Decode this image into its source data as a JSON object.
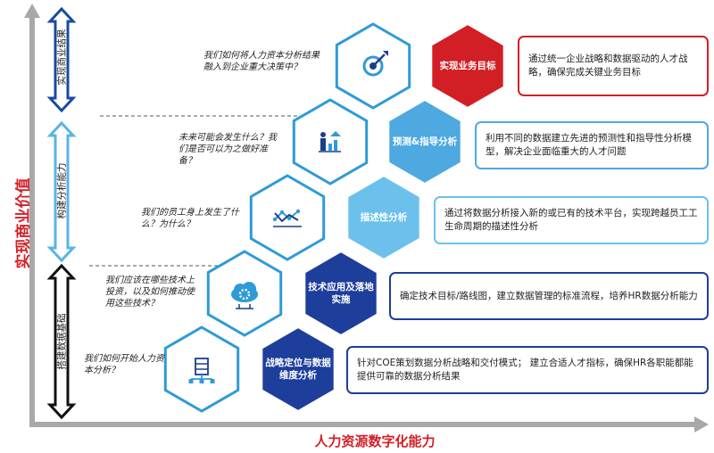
{
  "axes": {
    "y_label": "实现商业价值",
    "x_label": "人力资源数字化能力",
    "color": "#d21f26"
  },
  "stages": [
    {
      "label": "实现商业结果",
      "color": "#1a4aa0"
    },
    {
      "label": "构建分析能力",
      "color": "#57b5e6"
    },
    {
      "label": "搭建数据基础",
      "color": "#111111"
    }
  ],
  "levels": [
    {
      "question": "我们如何将人力资本分析结果融入到企业重大决策中？",
      "icon": "target-icon",
      "title": "实现业务目标",
      "color": "#d21f26",
      "description": "通过统一企业战略和数据驱动的人才战略，确保完成关键业务目标"
    },
    {
      "question": "未来可能会发生什么？我们是否可以为之做好准备？",
      "icon": "growth-chart-icon",
      "title": "预测&指导分析",
      "color": "#4da9df",
      "description": "利用不同的数据建立先进的预测性和指导性分析模型，解决企业面临重大的人才问题"
    },
    {
      "question": "我们的员工身上发生了什么？为什么？",
      "icon": "line-chart-icon",
      "title": "描述性分析",
      "color": "#6cc1ec",
      "description": "通过将数据分析接入新的或已有的技术平台，实现跨越员工工生命周期的描述性分析"
    },
    {
      "question": "我们应该在哪些技术上投资，以及如何推动使用这些技术？",
      "icon": "cloud-gear-icon",
      "title": "技术应用及落地实施",
      "color": "#1e3e9c",
      "description": "确定技术目标/路线图，建立数据管理的标准流程，培养HR数据分析能力"
    },
    {
      "question": "我们如何开始人力资本分析？",
      "icon": "server-icon",
      "title": "战略定位与数据维度分析",
      "color": "#1e3e9c",
      "description": "针对COE策划数据分析战略和交付模式； 建立合适人才指标，确保HR各职能都能提供可靠的数据分析结果"
    }
  ]
}
